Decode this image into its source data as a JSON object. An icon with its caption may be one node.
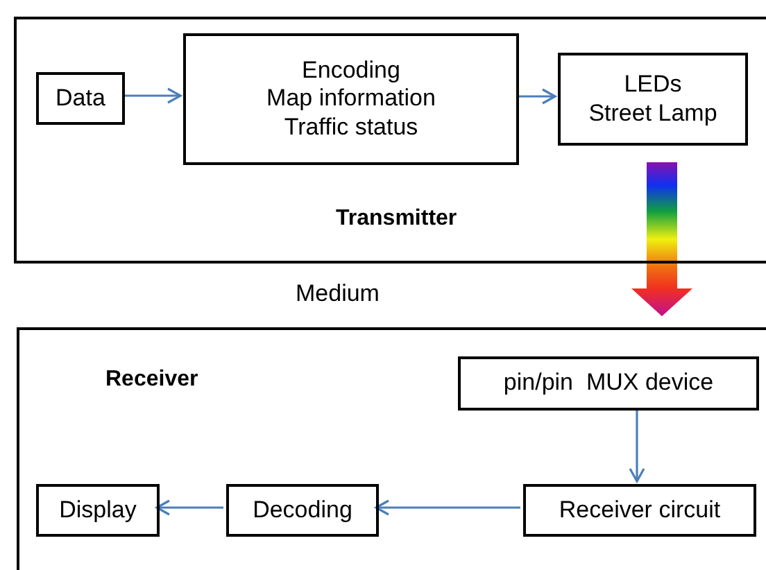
{
  "diagram": {
    "nodes": [
      {
        "text": [
          "Transmitter"
        ]
      },
      {
        "text": [
          "Data"
        ],
        "in": 0
      },
      {
        "text": [
          "Encoding",
          "Map information",
          "Traffic status"
        ],
        "in": 0
      },
      {
        "text": [
          "LEDs",
          "Street Lamp"
        ],
        "in": 0
      },
      {
        "text": [
          "Receiver"
        ]
      },
      {
        "text": [
          "pin/pin  MUX device"
        ],
        "in": 4
      },
      {
        "text": [
          "Display"
        ],
        "in": 4
      },
      {
        "text": [
          "Decoding"
        ],
        "in": 4
      },
      {
        "text": [
          "Receiver circuit"
        ],
        "in": 4
      }
    ],
    "edges": [
      {
        "from": 1,
        "to": 2,
        "arrow": "to"
      },
      {
        "from": 2,
        "to": 3,
        "arrow": "to"
      },
      {
        "from": 3,
        "to": 4,
        "arrow": "to",
        "style": "thick"
      },
      {
        "from": 5,
        "to": 8,
        "arrow": "to"
      },
      {
        "from": 8,
        "to": 7,
        "arrow": "to"
      },
      {
        "from": 7,
        "to": 6,
        "arrow": "to"
      }
    ],
    "labels": [
      "Medium"
    ]
  }
}
